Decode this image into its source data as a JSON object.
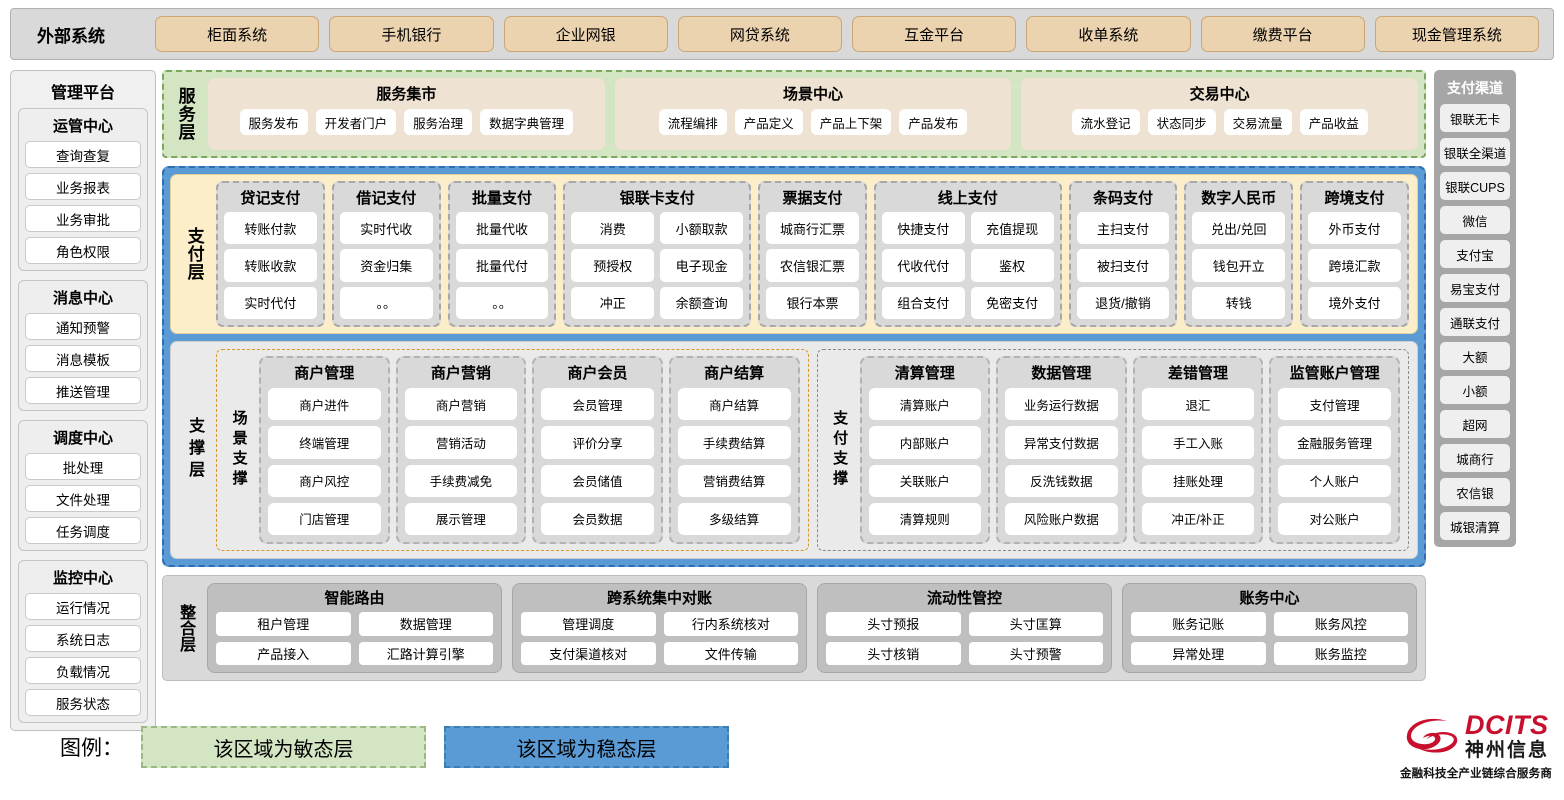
{
  "external": {
    "title": "外部系统",
    "systems": [
      "柜面系统",
      "手机银行",
      "企业网银",
      "网贷系统",
      "互金平台",
      "收单系统",
      "缴费平台",
      "现金管理系统"
    ]
  },
  "management_platform": {
    "title": "管理平台",
    "groups": [
      {
        "title": "运管中心",
        "items": [
          "查询查复",
          "业务报表",
          "业务审批",
          "角色权限"
        ]
      },
      {
        "title": "消息中心",
        "items": [
          "通知预警",
          "消息模板",
          "推送管理"
        ]
      },
      {
        "title": "调度中心",
        "items": [
          "批处理",
          "文件处理",
          "任务调度"
        ]
      },
      {
        "title": "监控中心",
        "items": [
          "运行情况",
          "系统日志",
          "负载情况",
          "服务状态"
        ]
      }
    ]
  },
  "payment_channels": {
    "title": "支付渠道",
    "items": [
      "银联无卡",
      "银联全渠道",
      "银联CUPS",
      "微信",
      "支付宝",
      "易宝支付",
      "通联支付",
      "大额",
      "小额",
      "超网",
      "城商行",
      "农信银",
      "城银清算"
    ]
  },
  "service_layer": {
    "label": "服务层",
    "cards": [
      {
        "title": "服务集市",
        "items": [
          "服务发布",
          "开发者门户",
          "服务治理",
          "数据字典管理"
        ]
      },
      {
        "title": "场景中心",
        "items": [
          "流程编排",
          "产品定义",
          "产品上下架",
          "产品发布"
        ]
      },
      {
        "title": "交易中心",
        "items": [
          "流水登记",
          "状态同步",
          "交易流量",
          "产品收益"
        ]
      }
    ]
  },
  "payment_layer": {
    "label": "支付层",
    "groups": [
      {
        "title": "贷记支付",
        "cols": 1,
        "rows": [
          [
            "转账付款"
          ],
          [
            "转账收款"
          ],
          [
            "实时代付"
          ]
        ]
      },
      {
        "title": "借记支付",
        "cols": 1,
        "rows": [
          [
            "实时代收"
          ],
          [
            "资金归集"
          ],
          [
            "。。"
          ]
        ]
      },
      {
        "title": "批量支付",
        "cols": 1,
        "rows": [
          [
            "批量代收"
          ],
          [
            "批量代付"
          ],
          [
            "。。"
          ]
        ]
      },
      {
        "title": "银联卡支付",
        "cols": 2,
        "rows": [
          [
            "消费",
            "小额取款"
          ],
          [
            "预授权",
            "电子现金"
          ],
          [
            "冲正",
            "余额查询"
          ]
        ]
      },
      {
        "title": "票据支付",
        "cols": 1,
        "rows": [
          [
            "城商行汇票"
          ],
          [
            "农信银汇票"
          ],
          [
            "银行本票"
          ]
        ]
      },
      {
        "title": "线上支付",
        "cols": 2,
        "rows": [
          [
            "快捷支付",
            "充值提现"
          ],
          [
            "代收代付",
            "鉴权"
          ],
          [
            "组合支付",
            "免密支付"
          ]
        ]
      },
      {
        "title": "条码支付",
        "cols": 1,
        "rows": [
          [
            "主扫支付"
          ],
          [
            "被扫支付"
          ],
          [
            "退货/撤销"
          ]
        ]
      },
      {
        "title": "数字人民币",
        "cols": 1,
        "rows": [
          [
            "兑出/兑回"
          ],
          [
            "钱包开立"
          ],
          [
            "转钱"
          ]
        ]
      },
      {
        "title": "跨境支付",
        "cols": 1,
        "rows": [
          [
            "外币支付"
          ],
          [
            "跨境汇款"
          ],
          [
            "境外支付"
          ]
        ]
      }
    ]
  },
  "support_layer": {
    "label": "支撑层",
    "sections": [
      {
        "label": "场景支撑",
        "groups": [
          {
            "title": "商户管理",
            "items": [
              "商户进件",
              "终端管理",
              "商户风控",
              "门店管理"
            ]
          },
          {
            "title": "商户营销",
            "items": [
              "商户营销",
              "营销活动",
              "手续费减免",
              "展示管理"
            ]
          },
          {
            "title": "商户会员",
            "items": [
              "会员管理",
              "评价分享",
              "会员储值",
              "会员数据"
            ]
          },
          {
            "title": "商户结算",
            "items": [
              "商户结算",
              "手续费结算",
              "营销费结算",
              "多级结算"
            ]
          }
        ]
      },
      {
        "label": "支付支撑",
        "groups": [
          {
            "title": "清算管理",
            "items": [
              "清算账户",
              "内部账户",
              "关联账户",
              "清算规则"
            ]
          },
          {
            "title": "数据管理",
            "items": [
              "业务运行数据",
              "异常支付数据",
              "反洗钱数据",
              "风险账户数据"
            ]
          },
          {
            "title": "差错管理",
            "items": [
              "退汇",
              "手工入账",
              "挂账处理",
              "冲正/补正"
            ]
          },
          {
            "title": "监管账户管理",
            "items": [
              "支付管理",
              "金融服务管理",
              "个人账户",
              "对公账户"
            ]
          }
        ]
      }
    ]
  },
  "integration_layer": {
    "label": "整合层",
    "groups": [
      {
        "title": "智能路由",
        "rows": [
          [
            "租户管理",
            "数据管理"
          ],
          [
            "产品接入",
            "汇路计算引擎"
          ]
        ]
      },
      {
        "title": "跨系统集中对账",
        "rows": [
          [
            "管理调度",
            "行内系统核对"
          ],
          [
            "支付渠道核对",
            "文件传输"
          ]
        ]
      },
      {
        "title": "流动性管控",
        "rows": [
          [
            "头寸预报",
            "头寸匡算"
          ],
          [
            "头寸核销",
            "头寸预警"
          ]
        ]
      },
      {
        "title": "账务中心",
        "rows": [
          [
            "账务记账",
            "账务风控"
          ],
          [
            "异常处理",
            "账务监控"
          ]
        ]
      }
    ]
  },
  "legend": {
    "label": "图例：",
    "agile": "该区域为敏态层",
    "stable": "该区域为稳态层",
    "colors": {
      "agile": "#d3e5c3",
      "stable": "#5b9bd5",
      "payment": "#fdeeca",
      "external_chip": "#ecd3b0"
    }
  },
  "logo": {
    "brand": "DCITS",
    "brand_cn": "神州信息",
    "tagline": "金融科技全产业链综合服务商",
    "color": "#c8102e"
  }
}
